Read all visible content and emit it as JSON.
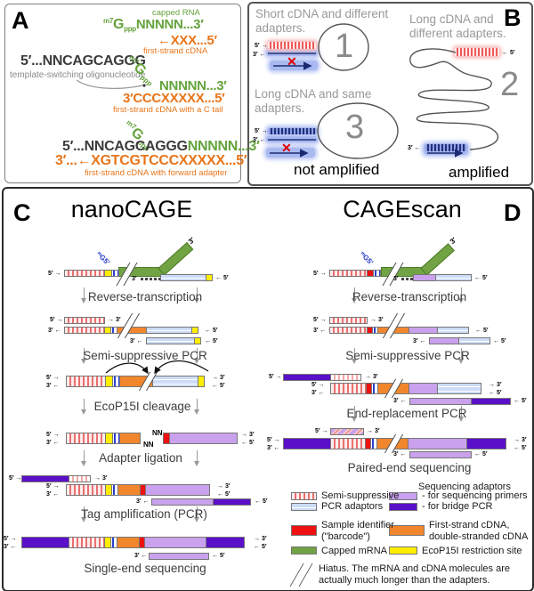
{
  "panel_a": {
    "label": "A",
    "row1": {
      "caption": "capped RNA",
      "cap_sup": "m7",
      "cap_g": "G",
      "cap_sub": "ppp",
      "seq": "NNNNN...3′",
      "cdna": "←XXX...5′",
      "cdna_caption": "first-strand cDNA"
    },
    "row2": {
      "tso": "5′...NNCAGCAGGG",
      "tso_caption": "template-switching oligonucleotide",
      "cap_sup": "m7",
      "cap_g": "G",
      "cap_sub": "ppp",
      "seq": "NNNNN...3′",
      "cdna": "3′CCCXXXXX...5′",
      "cdna_caption": "first-strand cDNA with a C tail"
    },
    "row3": {
      "cap_sup": "m7",
      "cap_g": "G",
      "cap_sub": "ppp",
      "tso": "5′...NNCAGCAGGG",
      "seq": "NNNNN...3′",
      "cdna": "3′...←XGTCGTCCCXXXXX...5′",
      "cdna_caption": "first-strand cDNA with forward adapter"
    }
  },
  "panel_b": {
    "label": "B",
    "case1": {
      "title": "Short cDNA and different adapters.",
      "num": "1"
    },
    "case2": {
      "title": "Long cDNA and different adapters.",
      "num": "2"
    },
    "case3": {
      "title": "Long cDNA and same adapters.",
      "num": "3"
    },
    "not_amplified": "not amplified",
    "amplified": "amplified",
    "cross": "✕"
  },
  "panel_c": {
    "label": "C",
    "title": "nanoCAGE",
    "steps": {
      "rt": "Reverse-transcription",
      "ssp": "Semi-suppressive PCR",
      "ecop": "EcoP15I cleavage",
      "lig": "Adapter ligation",
      "tag": "Tag amplification (PCR)",
      "seq": "Single-end sequencing"
    },
    "nn": "NN"
  },
  "panel_d": {
    "label": "D",
    "title": "CAGEscan",
    "steps": {
      "rt": "Reverse-transcription",
      "ssp": "Semi-suppressive PCR",
      "erp": "End-replacement PCR",
      "seq": "Paired-end sequencing"
    }
  },
  "cap_label": "ᵐG5′",
  "ends": {
    "five_right": "5′ →",
    "right_three": "→ 3′",
    "three_left": "3′ ←",
    "left_five": "← 5′",
    "three": "3′",
    "five": "5′"
  },
  "legend": {
    "semi_suppressive": "Semi-suppressive",
    "pcr_adaptors": "PCR adaptors",
    "seq_adaptors_header": "Sequencing adaptors",
    "seq_primers": "- for sequencing primers",
    "bridge_pcr": "- for bridge PCR",
    "sample_id_1": "Sample identifier",
    "sample_id_2": "(\"barcode\")",
    "capped_mrna": "Capped mRNA",
    "first_strand_1": "First-strand cDNA,",
    "first_strand_2": "double-stranded cDNA",
    "ecop_site": "EcoP15I restriction site",
    "hiatus_1": "Hiatus. The mRNA and cDNA molecules are",
    "hiatus_2": "actually much longer than the adapters."
  },
  "colors": {
    "semi_suppressive": "#ea7070",
    "pcr_adaptor": "#ccdcf8",
    "sequencing_primer": "#c9a1ec",
    "bridge_pcr": "#5a10c8",
    "barcode": "#ee1111",
    "cdna": "#f1862c",
    "ecop15i": "#ffee00",
    "capped_mrna": "#71a344",
    "rna_text_green": "#64a33c",
    "cdna_text_orange": "#e8751a"
  }
}
